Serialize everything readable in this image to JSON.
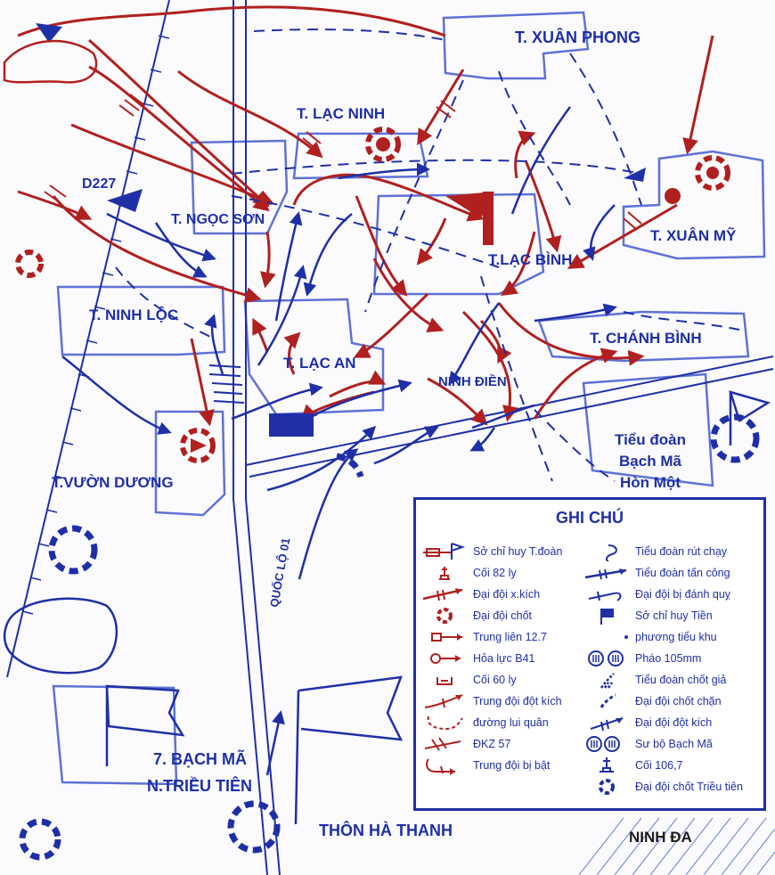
{
  "map": {
    "places": {
      "xuan_phong": "T. XUÂN PHONG",
      "lac_ninh": "T. LẠC NINH",
      "d227": "D227",
      "ngoc_son": "T. NGỌC SƠN",
      "lac_binh": "T.LẠC BÌNH",
      "xuan_my": "T. XUÂN MỸ",
      "ninh_loc": "T. NINH LỘC",
      "lac_an": "T. LẠC AN",
      "chanh_binh": "T. CHÁNH BÌNH",
      "ninh_dien": "NINH ĐIỀN",
      "vuon_duong": "T.VƯỜN DƯƠNG",
      "tieu_doan_1": "Tiểu đoàn",
      "tieu_doan_2": "Bạch Mã",
      "tieu_doan_3": "Hòn Một",
      "quoc_lo": "QUỐC LỘ 01",
      "bach_ma_1": "7. BẠCH MÃ",
      "bach_ma_2": "N.TRIỀU TIÊN",
      "ha_thanh": "THÔN HÀ THANH",
      "ninh_da": "NINH ĐA"
    }
  },
  "legend": {
    "title": "GHI CHÚ",
    "left": [
      {
        "icon": "hq-regiment-flag-icon",
        "label": "Sở chỉ huy T.đoàn"
      },
      {
        "icon": "mortar-82-icon",
        "label": "Cối 82 ly"
      },
      {
        "icon": "assault-company-arrow-icon",
        "label": "Đại đội x.kích"
      },
      {
        "icon": "blocking-company-icon",
        "label": "Đại đội chốt"
      },
      {
        "icon": "heavy-mg-icon",
        "label": "Trung liên 12.7"
      },
      {
        "icon": "b41-fire-icon",
        "label": "Hỏa lực B41"
      },
      {
        "icon": "mortar-60-icon",
        "label": "Cối 60 ly"
      },
      {
        "icon": "assault-platoon-icon",
        "label": "Trung đội đột kích"
      },
      {
        "icon": "retreat-route-icon",
        "label": "đường lui quân"
      },
      {
        "icon": "dkz57-icon",
        "label": "ĐKZ 57"
      },
      {
        "icon": "platoon-pinned-icon",
        "label": "Trung đội bị bật"
      }
    ],
    "right": [
      {
        "icon": "battalion-retreat-icon",
        "label": "Tiểu đoàn rút chạy"
      },
      {
        "icon": "battalion-attack-icon",
        "label": "Tiểu đoàn tấn công"
      },
      {
        "icon": "company-repelled-icon",
        "label": "Đại đội bị đánh quỵ"
      },
      {
        "icon": "forward-hq-flag-icon",
        "label": "Sở chỉ huy Tiền"
      },
      {
        "icon": "dot-icon",
        "label": "phương tiểu khu"
      },
      {
        "icon": "artillery-105-icon",
        "label": "Pháo 105mm"
      },
      {
        "icon": "feint-battalion-icon",
        "label": "Tiểu đoàn chốt giả"
      },
      {
        "icon": "blocking-company-2-icon",
        "label": "Đại đội chốt chặn"
      },
      {
        "icon": "raid-company-icon",
        "label": "Đại đội đột kích"
      },
      {
        "icon": "division-icon",
        "label": "Sư bộ Bạch Mã"
      },
      {
        "icon": "mortar-106-icon",
        "label": "Cối 106,7"
      },
      {
        "icon": "korean-company-icon",
        "label": "Đại đội chốt Triều tiên"
      }
    ]
  },
  "colors": {
    "blue": "#1f2fa6",
    "red": "#b0201f",
    "paper": "#fbfbfd"
  }
}
